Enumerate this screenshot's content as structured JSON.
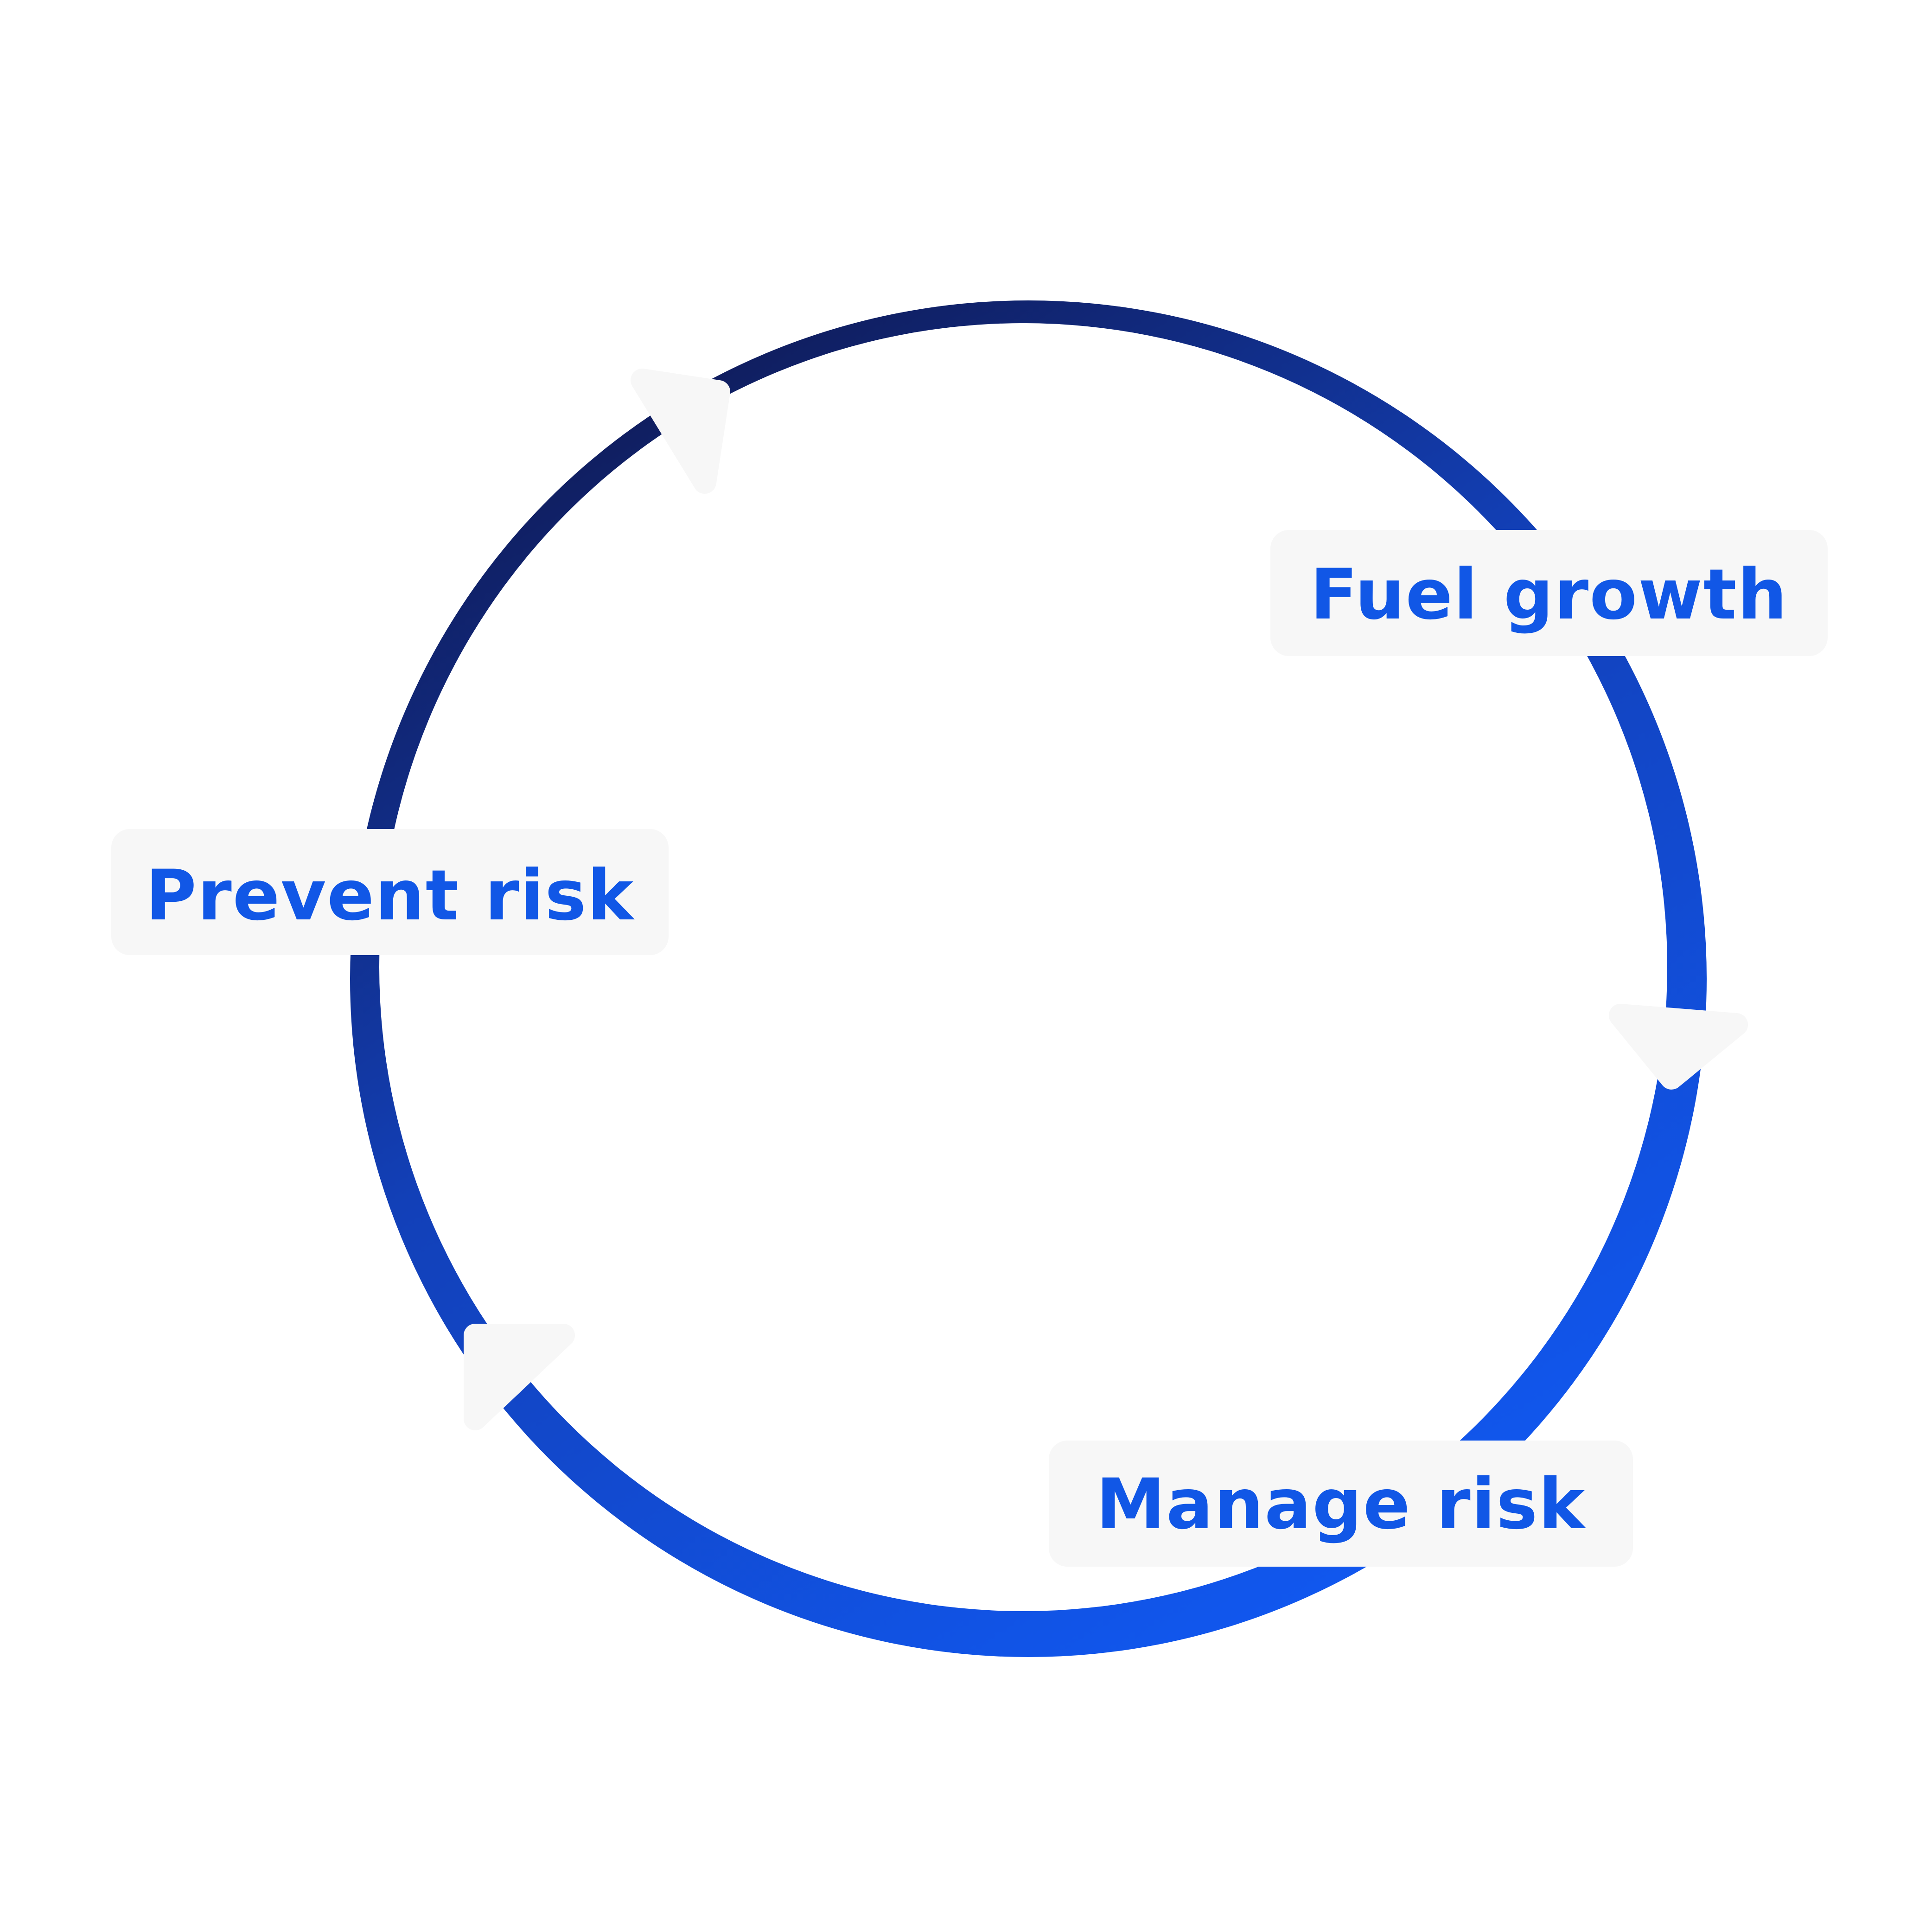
{
  "diagram": {
    "stages": [
      {
        "label": "Fuel growth"
      },
      {
        "label": "Prevent risk"
      },
      {
        "label": "Manage risk"
      }
    ],
    "colors": {
      "background": "#ffffff",
      "label_box": "#f7f7f7",
      "label_text": "#1157e6",
      "ring_dark": "#101850",
      "ring_bright": "#1157ee",
      "arrow": "#f7f7f7"
    }
  }
}
